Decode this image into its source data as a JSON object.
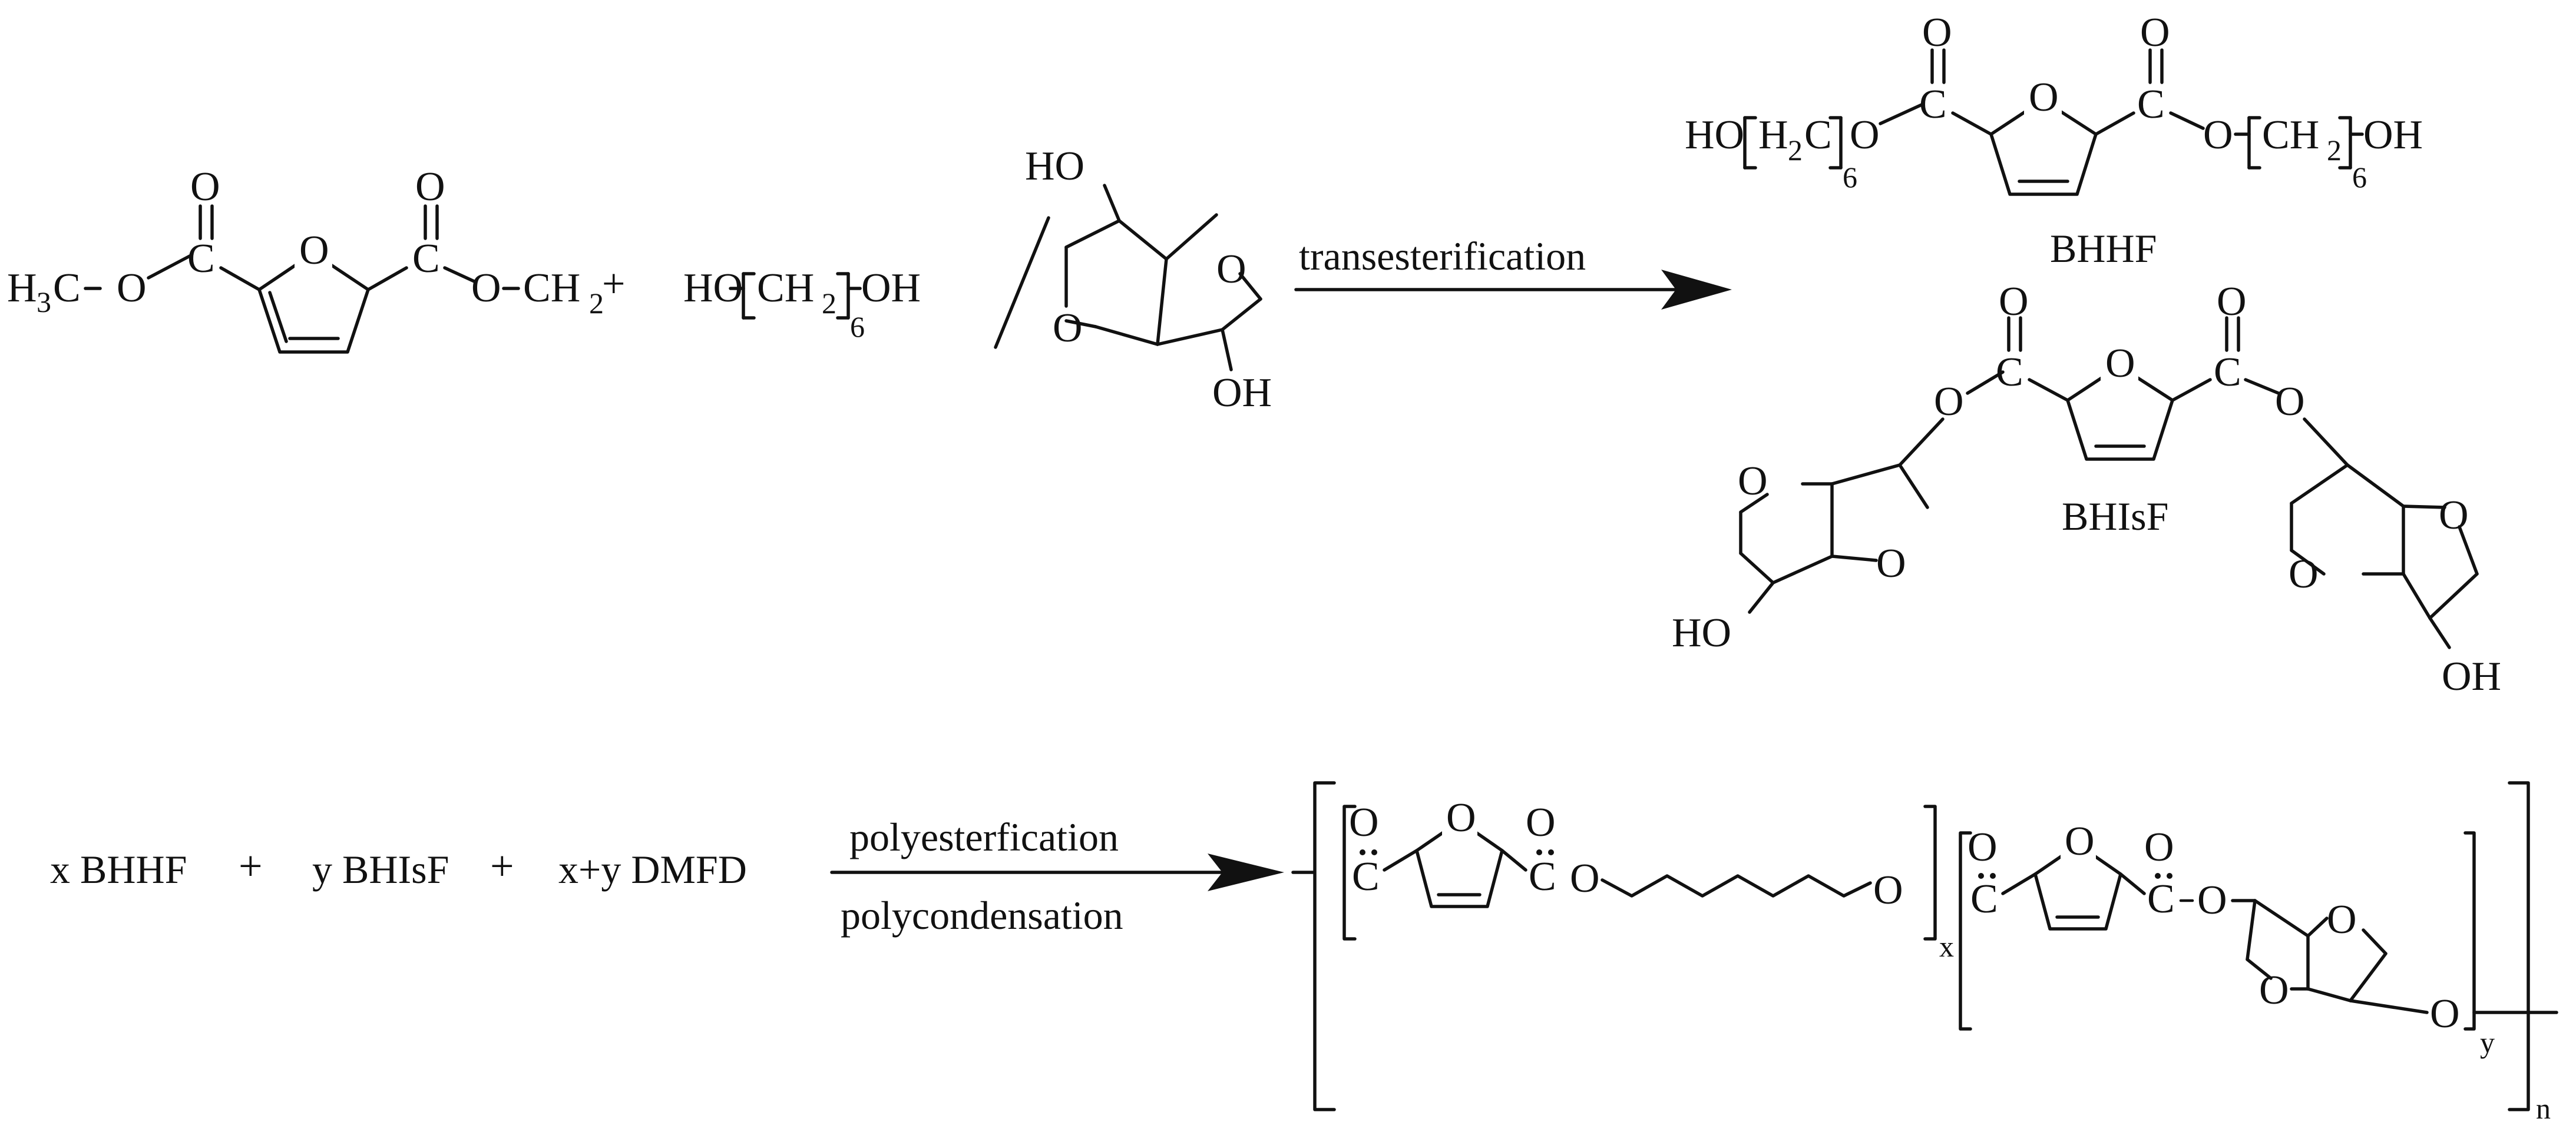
{
  "reaction1": {
    "reactant_dmfd": {
      "left_label": "H",
      "left_sub": "3",
      "left_tail": "C",
      "o_label": "O",
      "ch2": "CH",
      "ch2_sub": "2",
      "plus": "+"
    },
    "reactant_hexanediol": {
      "ho": "HO",
      "ch2": "CH",
      "ch2_sub": "2",
      "repeat": "6",
      "oh": "OH"
    },
    "slash": "/",
    "reactant_isosorbide": {
      "ho": "HO",
      "oh": "OH",
      "o": "O"
    },
    "arrow_label": "transesterification"
  },
  "product_bhhf": {
    "ho": "HO",
    "h2c": "H",
    "h2c_sub": "2",
    "h2c_tail": "C",
    "ch2": "CH",
    "ch2_sub": "2",
    "repeat": "6",
    "oh": "OH",
    "o": "O",
    "c": "C",
    "name": "BHHF"
  },
  "product_bhisf": {
    "ho": "HO",
    "oh": "OH",
    "o": "O",
    "c": "C",
    "name": "BHIsF"
  },
  "reaction2": {
    "coef1": "x BHHF",
    "plus1": "+",
    "coef2": "y BHIsF",
    "plus2": "+",
    "coef3": "x+y DMFD",
    "arrow_label_top": "polyesterfication",
    "arrow_label_bottom": "polycondensation"
  },
  "polymer": {
    "o": "O",
    "c": "C",
    "sub_x": "x",
    "sub_y": "y",
    "sub_n": "n"
  },
  "colors": {
    "ink": "#111111",
    "background": "#ffffff"
  }
}
